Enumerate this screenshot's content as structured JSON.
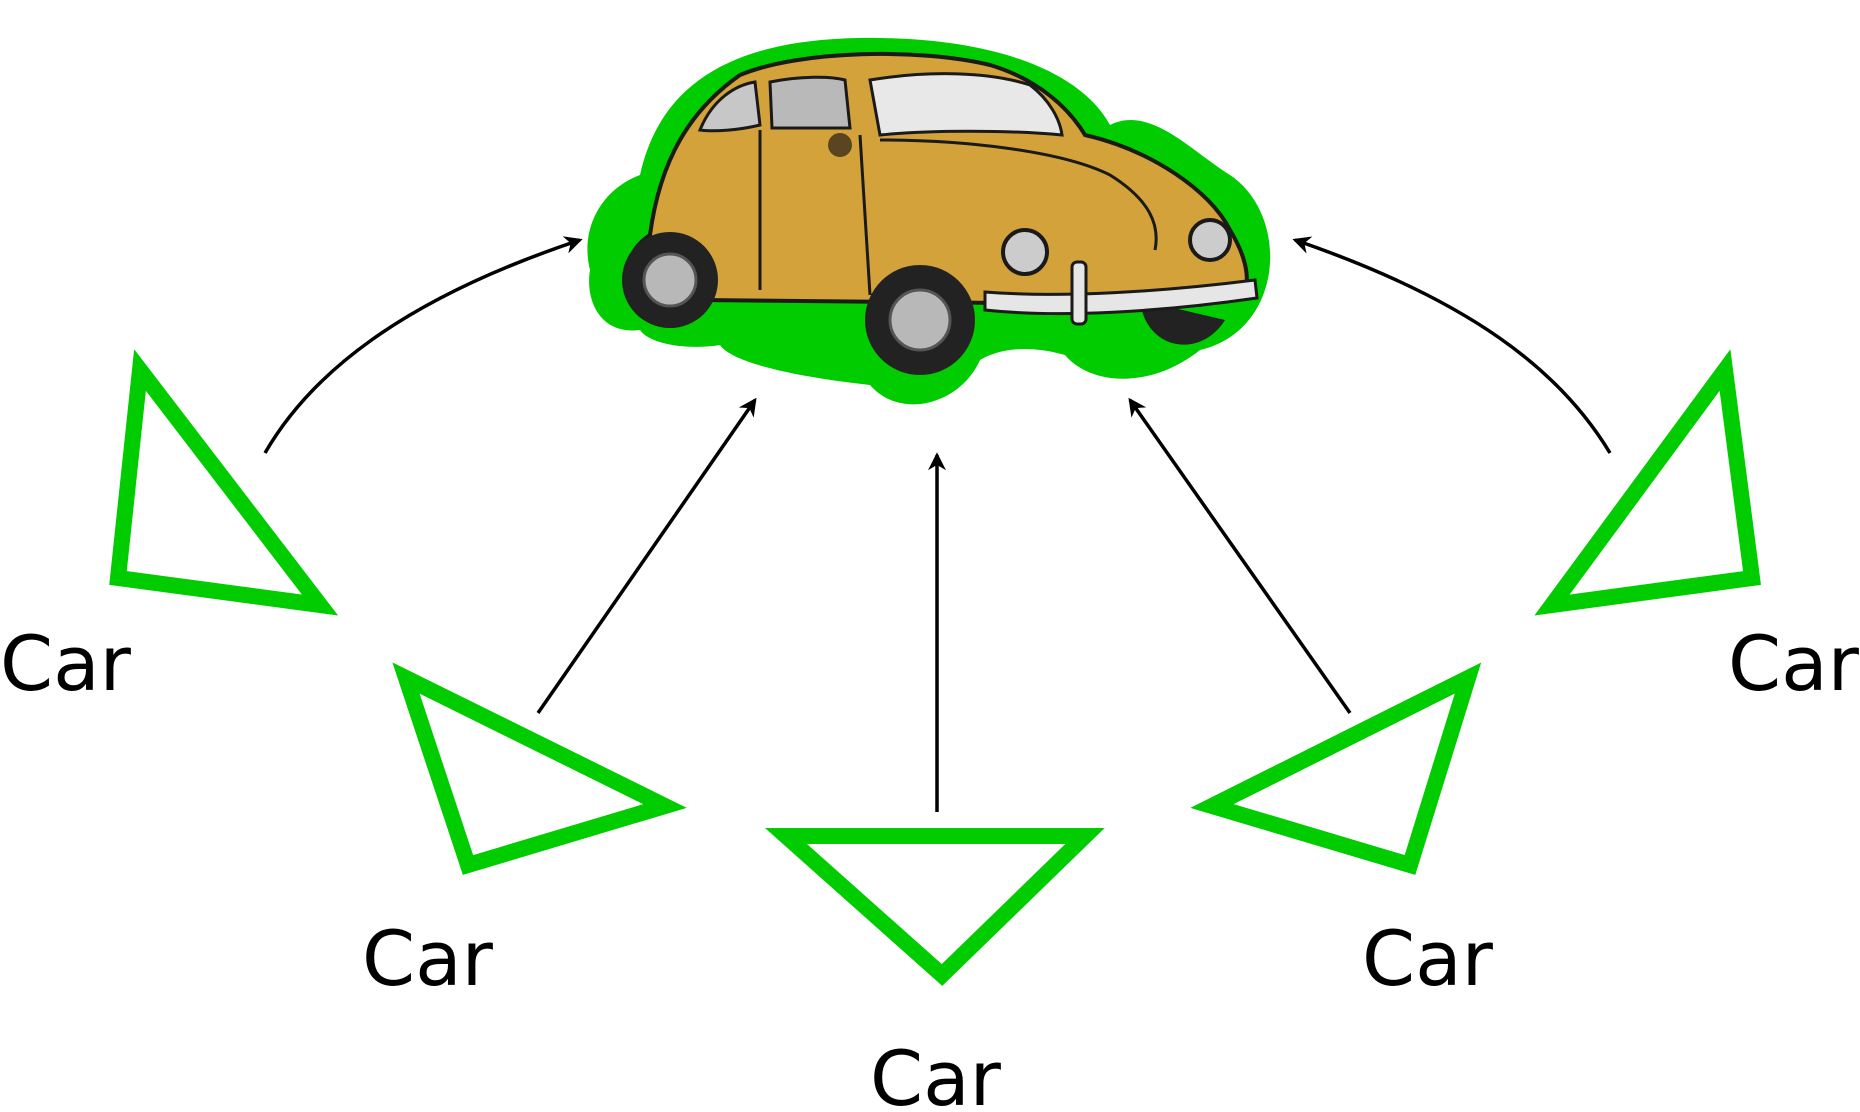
{
  "colors": {
    "viewpoint_outline": "#00cc00",
    "car_highlight": "#00cc00",
    "car_body": "#d4a23a",
    "arrow": "#000000",
    "label": "#000000"
  },
  "central_object": {
    "icon": "car-icon",
    "description_visible": false
  },
  "viewpoints": [
    {
      "label": "Car",
      "icon": "triangle-icon"
    },
    {
      "label": "Car",
      "icon": "triangle-icon"
    },
    {
      "label": "Car",
      "icon": "triangle-icon"
    },
    {
      "label": "Car",
      "icon": "triangle-icon"
    },
    {
      "label": "Car",
      "icon": "triangle-icon"
    }
  ]
}
